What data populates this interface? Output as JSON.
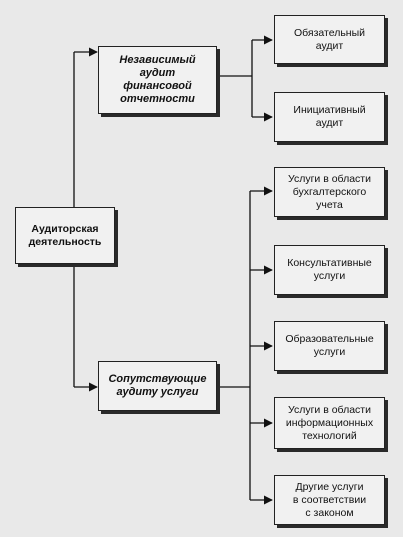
{
  "diagram": {
    "root": {
      "label": "Аудиторская\nдеятельность"
    },
    "branches": [
      {
        "label": "Независимый\nаудит\nфинансовой\nотчетности",
        "children": [
          {
            "label": "Обязательный аудит"
          },
          {
            "label": "Инициативный аудит"
          }
        ]
      },
      {
        "label": "Сопутствующие\nаудиту услуги",
        "children": [
          {
            "label": "Услуги в области\nбухгалтерского учета"
          },
          {
            "label": "Консультативные\nуслуги"
          },
          {
            "label": "Образовательные\nуслуги"
          },
          {
            "label": "Услуги в области\nинформационных\nтехнологий"
          },
          {
            "label": "Другие услуги\nв соответствии\nс законом"
          }
        ]
      }
    ]
  }
}
